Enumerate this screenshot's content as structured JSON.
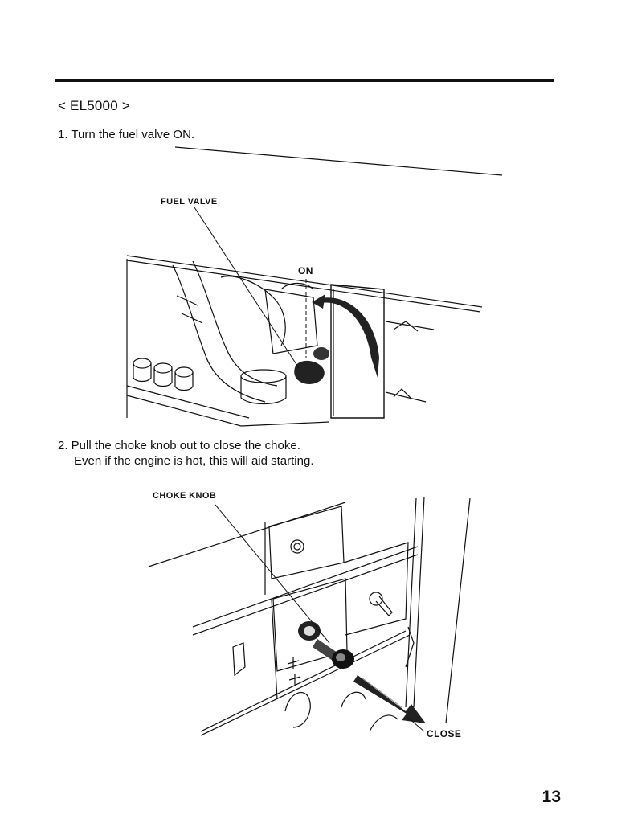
{
  "page": {
    "model": "< EL5000 >",
    "step1": "1. Turn the fuel valve ON.",
    "step2_line1": "2. Pull the choke knob out to close the choke.",
    "step2_line2": "Even if the engine is hot, this will aid starting.",
    "page_number": "13"
  },
  "figure1": {
    "callout_fuel_valve": "FUEL VALVE",
    "callout_on": "ON"
  },
  "figure2": {
    "callout_choke_knob": "CHOKE KNOB",
    "callout_close": "CLOSE"
  }
}
